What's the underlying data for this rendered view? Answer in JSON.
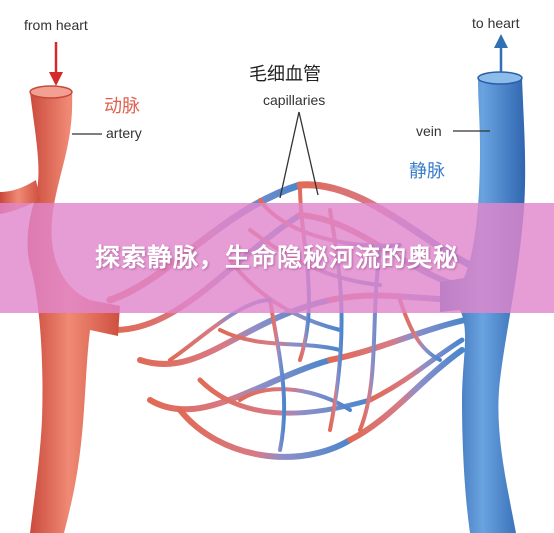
{
  "labels": {
    "from_heart": "from heart",
    "to_heart": "to heart",
    "artery_zh": "动脉",
    "artery_en": "artery",
    "capillaries_zh": "毛细血管",
    "capillaries_en": "capillaries",
    "vein_en": "vein",
    "vein_zh": "静脉"
  },
  "banner": {
    "title": "探索静脉，生命隐秘河流的奥秘"
  },
  "colors": {
    "artery": "#e0604e",
    "vein": "#3a7ec9",
    "banner": "#e086cc",
    "arrow_red": "#d42a2a",
    "arrow_blue": "#2f6fb3"
  }
}
